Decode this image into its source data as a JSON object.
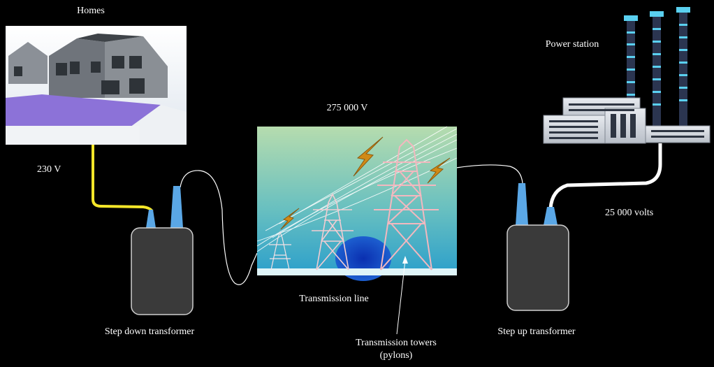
{
  "labels": {
    "homes": "Homes",
    "power_station": "Power station",
    "voltage_transmission": "275 000 V",
    "voltage_homes": "230 V",
    "voltage_station": "25 000 volts",
    "transmission_line": "Transmission line",
    "step_down": "Step down transformer",
    "step_up": "Step up transformer",
    "towers_line1": "Transmission towers",
    "towers_line2": "(pylons)"
  },
  "colors": {
    "background": "#000000",
    "cable_yellow": "#f5e629",
    "cable_white": "#ffffff",
    "transformer_body": "#3a3a3a",
    "insulator_blue": "#5aa7e6",
    "chimney_stripe": "#5ad0f0",
    "sky_top": "#a7d6a8",
    "sky_bottom": "#2fa7c8"
  }
}
